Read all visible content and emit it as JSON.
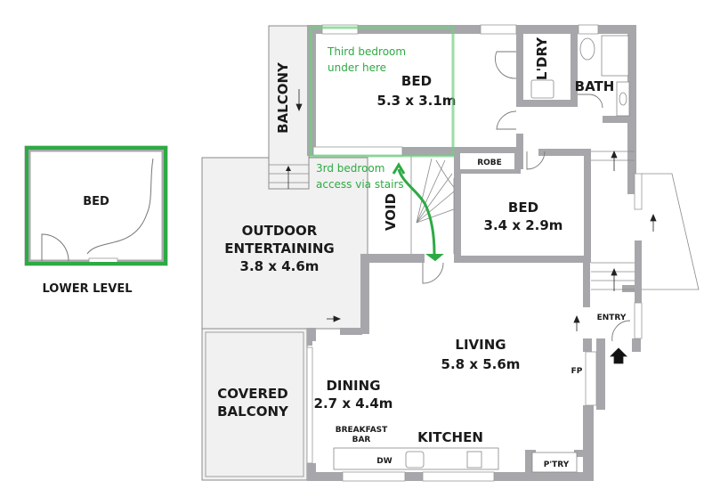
{
  "plan": {
    "colors": {
      "wall": "#a7a7ab",
      "outdoor": "#f1f1f1",
      "line": "#8a8a8a",
      "annotation": "#2eaa44",
      "text": "#1a1a1a"
    },
    "rooms": {
      "bed_upper": {
        "name": "BED",
        "size": "5.3 x 3.1m"
      },
      "bed_mid": {
        "name": "BED",
        "size": "3.4 x 2.9m"
      },
      "laundry": {
        "name": "L'DRY"
      },
      "bath": {
        "name": "BATH"
      },
      "robe": {
        "name": "ROBE"
      },
      "balcony": {
        "name": "BALCONY"
      },
      "void": {
        "name": "VOID"
      },
      "outdoor": {
        "line1": "OUTDOOR",
        "line2": "ENTERTAINING",
        "size": "3.8 x 4.6m"
      },
      "covered_balcony": {
        "line1": "COVERED",
        "line2": "BALCONY"
      },
      "dining": {
        "name": "DINING",
        "size": "2.7 x 4.4m"
      },
      "living": {
        "name": "LIVING",
        "size": "5.8 x 5.6m"
      },
      "kitchen": {
        "name": "KITCHEN"
      },
      "breakfast_bar": {
        "line1": "BREAKFAST",
        "line2": "BAR"
      },
      "dishwasher": {
        "name": "DW"
      },
      "pantry": {
        "name": "P'TRY"
      },
      "fireplace": {
        "name": "FP"
      },
      "entry": {
        "name": "ENTRY"
      }
    },
    "lower_level": {
      "room": "BED",
      "caption": "LOWER LEVEL"
    },
    "annotations": {
      "third_bedroom_l1": "Third bedroom",
      "third_bedroom_l2": "under here",
      "access_l1": "3rd bedroom",
      "access_l2": "access via stairs"
    }
  }
}
